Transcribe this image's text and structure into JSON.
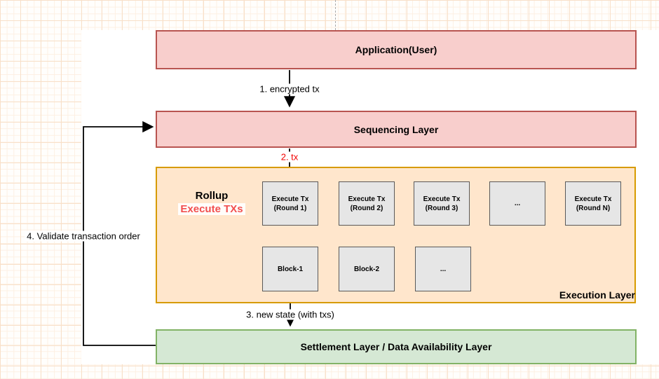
{
  "diagram": {
    "application": {
      "label": "Application(User)"
    },
    "sequencing": {
      "label": "Sequencing Layer"
    },
    "execution": {
      "label": "Execution Layer",
      "rollup_title": "Rollup",
      "rollup_subtitle": "Execute TXs",
      "rounds": [
        {
          "line1": "Execute Tx",
          "line2": "(Round 1)"
        },
        {
          "line1": "Execute Tx",
          "line2": "(Round 2)"
        },
        {
          "line1": "Execute Tx",
          "line2": "(Round 3)"
        },
        {
          "line1": "...",
          "line2": ""
        },
        {
          "line1": "Execute Tx",
          "line2": "(Round N)"
        }
      ],
      "blocks": [
        {
          "label": "Block-1"
        },
        {
          "label": "Block-2"
        },
        {
          "label": "..."
        }
      ]
    },
    "settlement": {
      "label": "Settlement Layer / Data Availability Layer"
    },
    "flows": {
      "step1": "1. encrypted tx",
      "step2": "2. tx",
      "step3": "3. new state (with txs)",
      "step4": "4. Validate transaction order"
    },
    "colors": {
      "layer_pink_fill": "#f8cecc",
      "layer_pink_border": "#b85450",
      "execution_fill": "#ffe6cc",
      "execution_border": "#d79b00",
      "settlement_fill": "#d5e8d4",
      "settlement_border": "#82b366",
      "node_fill": "#e6e6e6",
      "node_border": "#595959",
      "accent_red": "#f20000",
      "rollup_red": "#f24f4f",
      "arrow": "#000000"
    }
  }
}
